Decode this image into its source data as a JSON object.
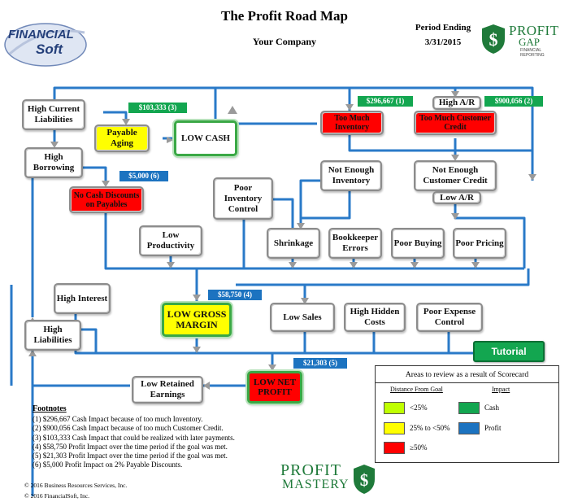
{
  "header": {
    "title": "The Profit Road Map",
    "company": "Your Company",
    "period_label": "Period Ending",
    "period_date": "3/31/2015"
  },
  "logos": {
    "financialsoft_line1": "FINANCIAL",
    "financialsoft_line2": "Soft",
    "profitgap_line1": "PROFIT",
    "profitgap_line2": "GAP",
    "profitgap_line3": "FINANCIAL REPORTING",
    "profitmastery_line1": "PROFIT",
    "profitmastery_line2": "MASTERY"
  },
  "nodes": {
    "high_current_liabilities": "High Current Liabilities",
    "payable_aging": "Payable Aging",
    "low_cash": "LOW CASH",
    "high_borrowing": "High Borrowing",
    "no_cash_discounts": "No Cash Discounts on Payables",
    "poor_inventory_control": "Poor Inventory Control",
    "too_much_inventory": "Too Much Inventory",
    "high_ar": "High A/R",
    "too_much_customer_credit": "Too Much Customer Credit",
    "not_enough_inventory": "Not Enough Inventory",
    "not_enough_customer_credit": "Not Enough Customer Credit",
    "low_ar": "Low A/R",
    "low_productivity": "Low Productivity",
    "shrinkage": "Shrinkage",
    "bookkeeper_errors": "Bookkeeper Errors",
    "poor_buying": "Poor Buying",
    "poor_pricing": "Poor Pricing",
    "high_interest": "High Interest",
    "low_gross_margin": "LOW GROSS MARGIN",
    "low_sales": "Low Sales",
    "high_hidden_costs": "High Hidden Costs",
    "poor_expense_control": "Poor Expense Control",
    "high_liabilities": "High Liabilities",
    "low_retained_earnings": "Low Retained Earnings",
    "low_net_profit": "LOW NET PROFIT"
  },
  "tags": {
    "t3": "$103,333 (3)",
    "t1": "$296,667 (1)",
    "t2": "$900,056 (2)",
    "t6": "$5,000 (6)",
    "t4": "$58,750 (4)",
    "t5": "$21,303 (5)"
  },
  "tutorial_label": "Tutorial",
  "legend": {
    "title": "Areas to review as a result of Scorecard",
    "distance_header": "Distance From Goal",
    "impact_header": "Impact",
    "rows": [
      "<25%",
      "25% to <50%",
      "≥50%"
    ],
    "impact_rows": [
      "Cash",
      "Profit"
    ],
    "colors": {
      "lt25": "#bfff00",
      "lt50": "#ffff00",
      "gte50": "#ff0000",
      "cash": "#13a650",
      "profit": "#1c73c0"
    }
  },
  "footnotes": {
    "heading": "Footnotes",
    "items": [
      "(1) $296,667 Cash Impact because of too much Inventory.",
      "(2) $900,056 Cash Impact because of too much Customer Credit.",
      "(3) $103,333 Cash Impact that could be realized with later payments.",
      "(4) $58,750 Profit Impact over the time period if the goal was met.",
      "(5) $21,303 Profit Impact over the time period if the goal was met.",
      "(6) $5,000 Profit Impact on 2% Payable Discounts."
    ]
  },
  "copyright": [
    "© 2016 Business Resources Services, Inc.",
    "© 2016 FinancialSoft, Inc."
  ],
  "colors": {
    "wire": "#2a7ac8",
    "arrow": "#9a9a9a",
    "box_border": "#8c8c8c",
    "highlight": "#3aa845",
    "brand_green": "#1f7a3a"
  }
}
